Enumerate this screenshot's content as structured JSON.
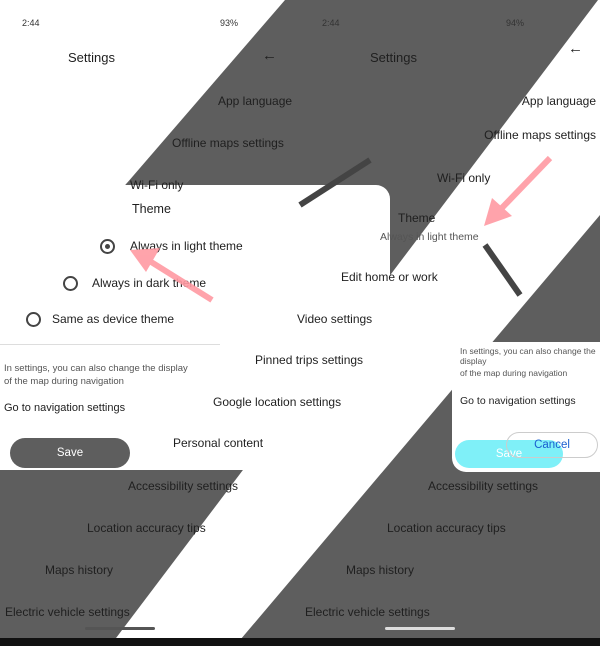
{
  "colors": {
    "band": "#5e5e5e",
    "arrow": "#ff9aa2",
    "save_light": "#7ff0f8"
  },
  "left": {
    "status_time": "2:44",
    "status_battery": "93%",
    "title": "Settings",
    "items": [
      "App language",
      "Offline maps settings",
      "Wi-Fi only",
      "Personal content",
      "Accessibility settings",
      "Location accuracy tips",
      "Maps history",
      "Electric vehicle settings"
    ],
    "dialog": {
      "title": "Theme",
      "options": [
        {
          "label": "Always in light theme",
          "selected": true
        },
        {
          "label": "Always in dark theme",
          "selected": false
        },
        {
          "label": "Same as device theme",
          "selected": false
        }
      ],
      "note_line1": "In settings, you can also change the display",
      "note_line2": "of the map during navigation",
      "nav_link": "Go to navigation settings",
      "save": "Save"
    }
  },
  "center": {
    "theme_label": "Theme",
    "theme_value": "Always in light theme",
    "items": [
      "Edit home or work",
      "Video settings",
      "Pinned trips settings",
      "Google location settings"
    ]
  },
  "right": {
    "status_time": "2:44",
    "status_battery": "94%",
    "title": "Settings",
    "items": [
      "App language",
      "Offline maps settings",
      "Wi-Fi only",
      "Accessibility settings",
      "Location accuracy tips",
      "Maps history",
      "Electric vehicle settings"
    ],
    "dialog": {
      "note_line1": "In settings, you can also change the display",
      "note_line2": "of the map during navigation",
      "nav_link": "Go to navigation settings",
      "cancel": "Cancel",
      "save": "Save"
    }
  }
}
